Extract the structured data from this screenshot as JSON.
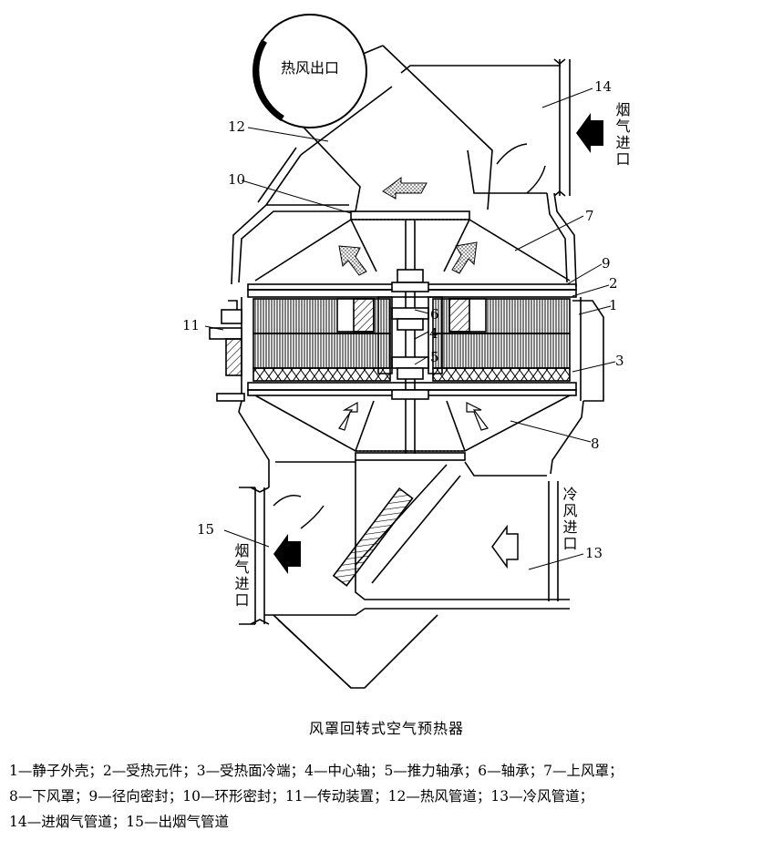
{
  "diagram": {
    "hot_air_outlet": "热风出口",
    "flue_gas_inlet_top": "烟气进口",
    "flue_gas_inlet_bottom": "烟气进口",
    "cold_air_inlet": "冷风进口",
    "callouts": [
      "1",
      "2",
      "3",
      "4",
      "5",
      "6",
      "7",
      "8",
      "9",
      "10",
      "11",
      "12",
      "13",
      "14",
      "15"
    ]
  },
  "caption": "风罩回转式空气预热器",
  "legend": [
    "1—静子外壳；2—受热元件；3—受热面冷端；4—中心轴；5—推力轴承；6—轴承；7—上风罩；",
    "8—下风罩；9—径向密封；10—环形密封；11—传动装置；12—热风管道；13—冷风管道；",
    "14—进烟气管道；15—出烟气管道"
  ]
}
